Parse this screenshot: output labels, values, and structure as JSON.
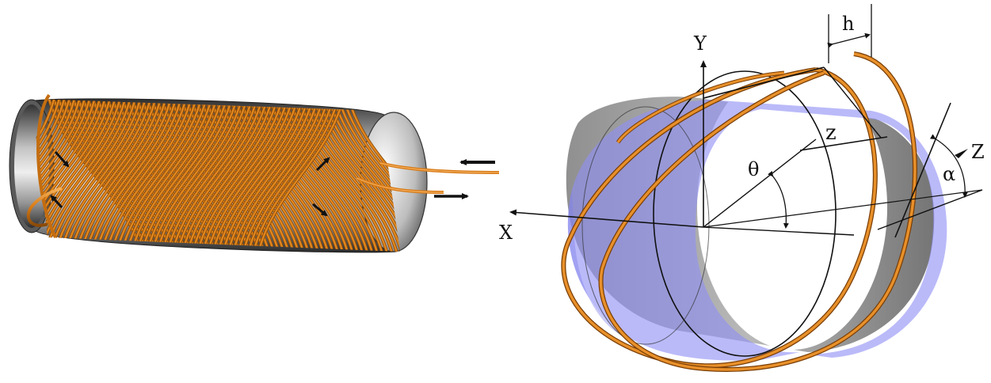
{
  "figure": {
    "colors": {
      "wire": "#e0861e",
      "wire_dark": "#8a4a08",
      "tube_light": "#f2f2f2",
      "tube_dark": "#3a3a3a",
      "tube_translucent": "#8f8ff5",
      "tube_shadow": "#7d7d7d",
      "ink": "#111111"
    },
    "left_panel": {
      "icons": [
        "flow-in-arrow",
        "flow-out-arrow",
        "current-direction-arrow"
      ]
    },
    "right_panel": {
      "labels": {
        "y_axis": "Y",
        "x_axis": "X",
        "z_axis": "Z",
        "z_distance": "z",
        "pitch": "h",
        "theta": "θ",
        "alpha": "α"
      }
    }
  }
}
